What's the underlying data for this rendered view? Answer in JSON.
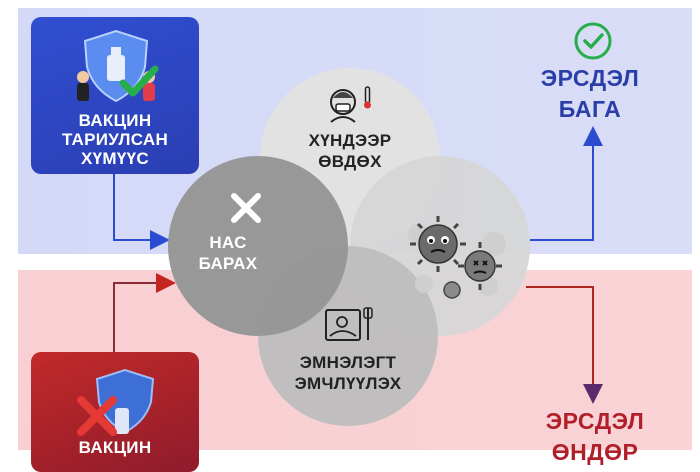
{
  "cards": {
    "vaccinated": [
      "ВАКЦИН",
      "ТАРИУЛСАН",
      "ХҮМҮҮС"
    ],
    "unvaccinated": [
      "ВАКЦИН"
    ]
  },
  "circles": {
    "severe": [
      "ХҮНДЭЭР",
      "ӨВДӨХ"
    ],
    "death": [
      "НАС",
      "БАРАХ"
    ],
    "hospital": [
      "ЭМНЭЛЭГТ",
      "ЭМЧЛҮҮЛЭХ"
    ],
    "virus": []
  },
  "risk": {
    "low": [
      "ЭРСДЭЛ",
      "БАГА"
    ],
    "high": [
      "ЭРСДЭЛ",
      "ӨНДӨР"
    ]
  },
  "colors": {
    "low_accent": "#2a3ea8",
    "high_accent": "#b01f2a",
    "check_green": "#27ae4a",
    "cross_red": "#e53935"
  },
  "icons": [
    "check-circle-icon",
    "sick-person-icon",
    "thermometer-icon",
    "virus-icon",
    "hospital-bed-icon",
    "close-icon",
    "vaccine-shield-icon"
  ]
}
